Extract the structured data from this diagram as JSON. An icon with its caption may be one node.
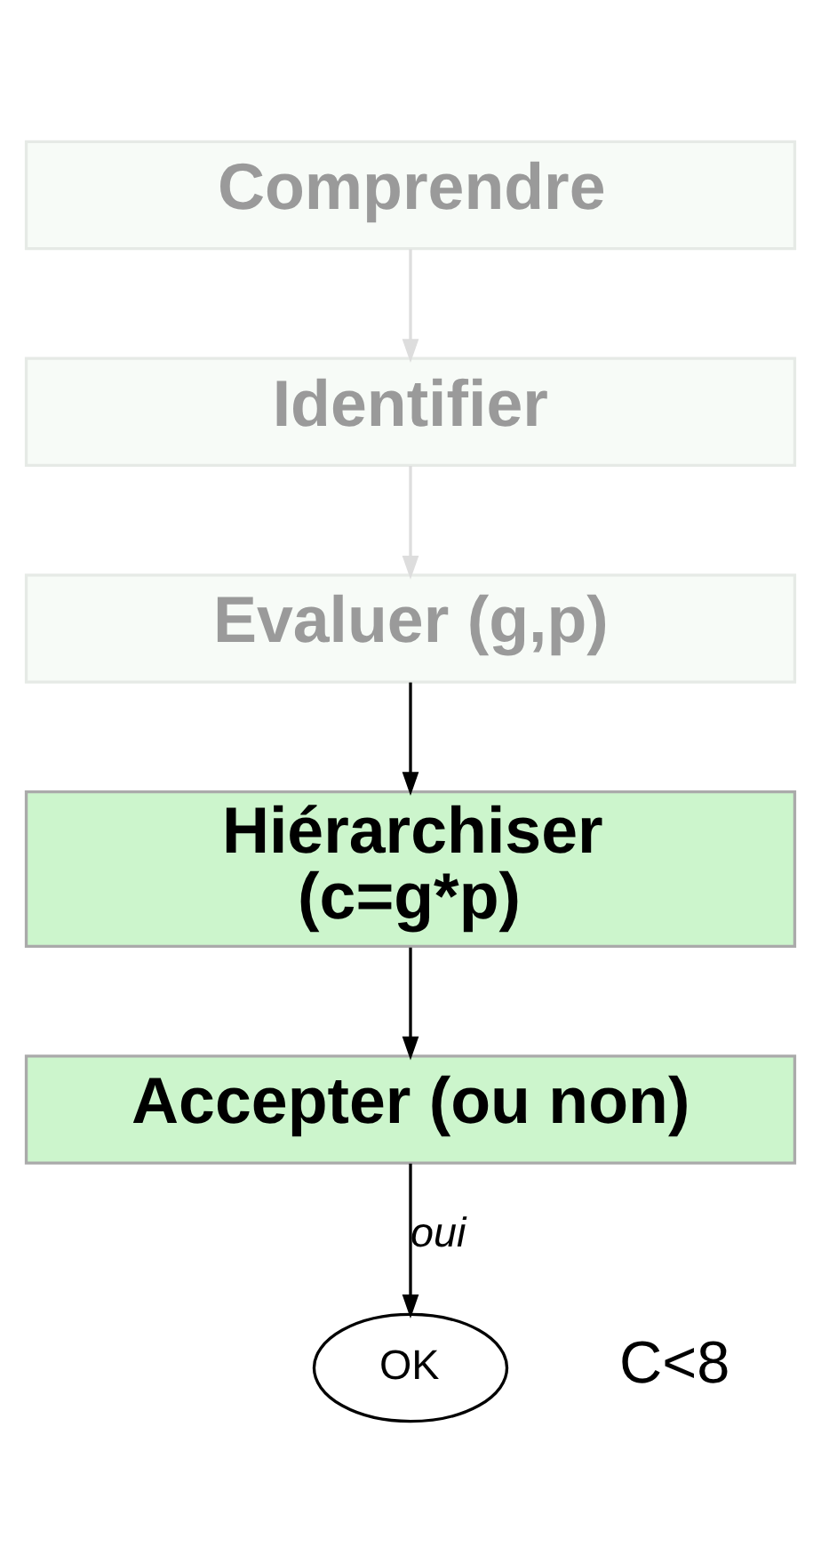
{
  "diagram": {
    "nodes": [
      {
        "text": [
          "Comprendre"
        ]
      },
      {
        "text": [
          "Identifier"
        ]
      },
      {
        "text": [
          "Evaluer (g,p)"
        ]
      },
      {
        "text": [
          "Hiérarchiser (c=g*p)"
        ]
      },
      {
        "text": [
          "Accepter (ou non)"
        ]
      },
      {
        "text": [
          "OK"
        ]
      }
    ],
    "edges": [
      {
        "from": 0,
        "to": 1,
        "arrow": "to",
        "color": "#dddddd"
      },
      {
        "from": 1,
        "to": 2,
        "arrow": "to",
        "color": "#dddddd"
      },
      {
        "from": 2,
        "to": 3,
        "arrow": "to"
      },
      {
        "from": 3,
        "to": 4,
        "arrow": "to"
      },
      {
        "from": 4,
        "to": 5,
        "arrow": "to",
        "label": "oui"
      }
    ],
    "labels": [
      "C<8"
    ]
  }
}
